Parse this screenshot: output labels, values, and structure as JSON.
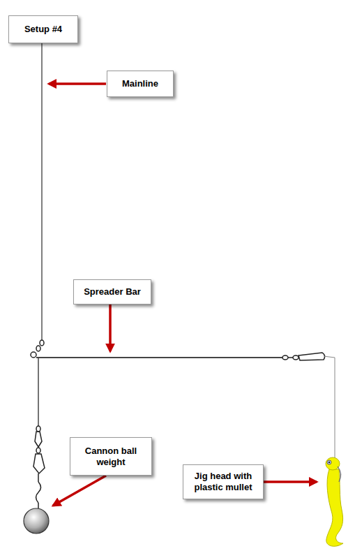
{
  "diagram": {
    "nodes": [
      {
        "text": [
          "Setup #4"
        ]
      },
      {
        "text": [
          "Mainline"
        ]
      },
      {
        "text": [
          "Spreader Bar"
        ]
      },
      {
        "text": [
          "Cannon ball weight"
        ]
      },
      {
        "text": [
          "Jig head with plastic mullet"
        ]
      }
    ]
  }
}
